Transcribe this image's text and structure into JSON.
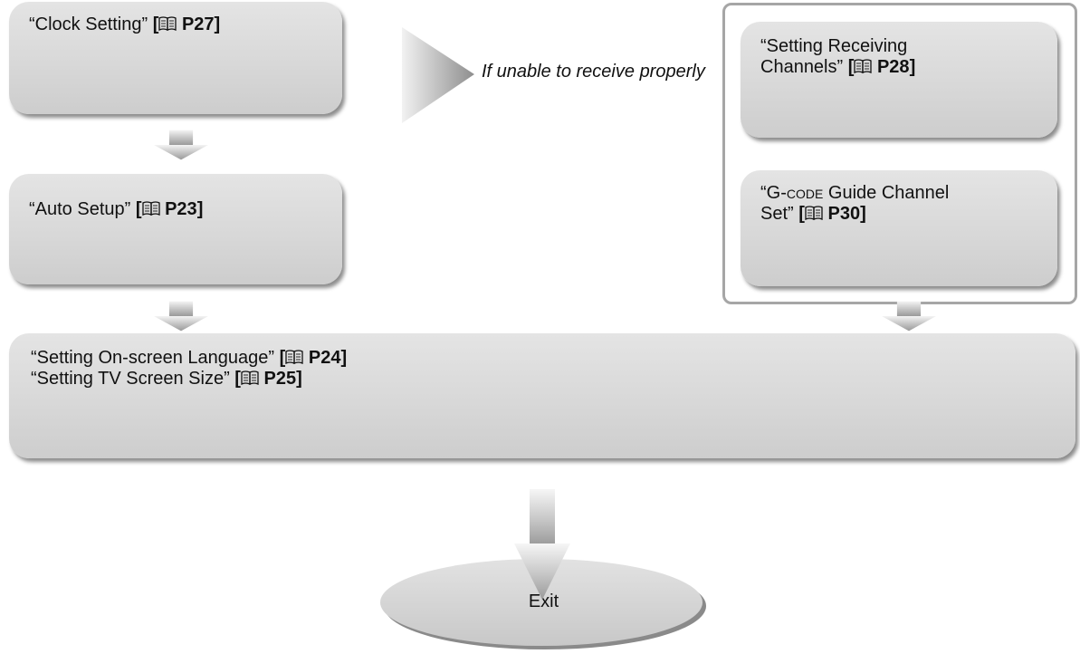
{
  "clock_setting": {
    "title": "“Clock Setting”",
    "ref": "P27"
  },
  "auto_setup": {
    "title": "“Auto Setup”",
    "ref": "P23"
  },
  "condition_note": {
    "line1": "If unable to receive",
    "line2": "properly"
  },
  "receiving_channels": {
    "line1": "“Setting Receiving",
    "line2": "Channels”",
    "ref": "P28"
  },
  "gcode_guide": {
    "line1_prefix": "“G-",
    "line1_smallcaps": "code",
    "line1_suffix": " Guide Channel",
    "line2": "Set”",
    "ref": "P30"
  },
  "language_and_size": {
    "language_title": "“Setting On-screen Language”",
    "language_ref": "P24",
    "screen_title": "“Setting TV Screen Size”",
    "screen_ref": "P25"
  },
  "exit": {
    "label": "Exit"
  },
  "bracket_open": "[",
  "bracket_close": "]",
  "icons": {
    "reference": "book-icon",
    "flow": "down-arrow-icon",
    "branch": "right-triangle-arrow-icon"
  },
  "colors": {
    "box_fill": "#d9d9d9",
    "frame_border": "#a6a6a6",
    "arrow_fill": "#bdbdbd"
  }
}
